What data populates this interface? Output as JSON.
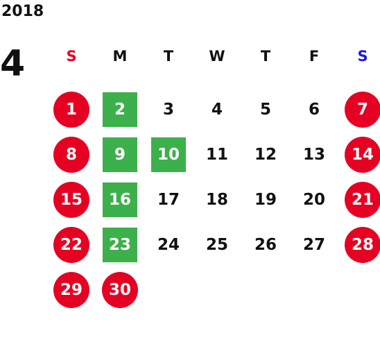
{
  "calendar": {
    "year": "2018",
    "month": "4",
    "weekdays": [
      "S",
      "M",
      "T",
      "W",
      "T",
      "F",
      "S"
    ],
    "weeks": [
      [
        {
          "day": "1",
          "type": "holiday"
        },
        {
          "day": "2",
          "type": "event"
        },
        {
          "day": "3",
          "type": "normal"
        },
        {
          "day": "4",
          "type": "normal"
        },
        {
          "day": "5",
          "type": "normal"
        },
        {
          "day": "6",
          "type": "normal"
        },
        {
          "day": "7",
          "type": "holiday"
        }
      ],
      [
        {
          "day": "8",
          "type": "holiday"
        },
        {
          "day": "9",
          "type": "event"
        },
        {
          "day": "10",
          "type": "event"
        },
        {
          "day": "11",
          "type": "normal"
        },
        {
          "day": "12",
          "type": "normal"
        },
        {
          "day": "13",
          "type": "normal"
        },
        {
          "day": "14",
          "type": "holiday"
        }
      ],
      [
        {
          "day": "15",
          "type": "holiday"
        },
        {
          "day": "16",
          "type": "event"
        },
        {
          "day": "17",
          "type": "normal"
        },
        {
          "day": "18",
          "type": "normal"
        },
        {
          "day": "19",
          "type": "normal"
        },
        {
          "day": "20",
          "type": "normal"
        },
        {
          "day": "21",
          "type": "holiday"
        }
      ],
      [
        {
          "day": "22",
          "type": "holiday"
        },
        {
          "day": "23",
          "type": "event"
        },
        {
          "day": "24",
          "type": "normal"
        },
        {
          "day": "25",
          "type": "normal"
        },
        {
          "day": "26",
          "type": "normal"
        },
        {
          "day": "27",
          "type": "normal"
        },
        {
          "day": "28",
          "type": "holiday"
        }
      ],
      [
        {
          "day": "29",
          "type": "holiday"
        },
        {
          "day": "30",
          "type": "holiday"
        },
        {
          "day": "",
          "type": "empty"
        },
        {
          "day": "",
          "type": "empty"
        },
        {
          "day": "",
          "type": "empty"
        },
        {
          "day": "",
          "type": "empty"
        },
        {
          "day": "",
          "type": "empty"
        }
      ]
    ]
  },
  "colors": {
    "holiday": "#e60022",
    "event": "#3cb04a",
    "sunday_label": "#e60022",
    "saturday_label": "#1a1adb",
    "text": "#111111"
  }
}
